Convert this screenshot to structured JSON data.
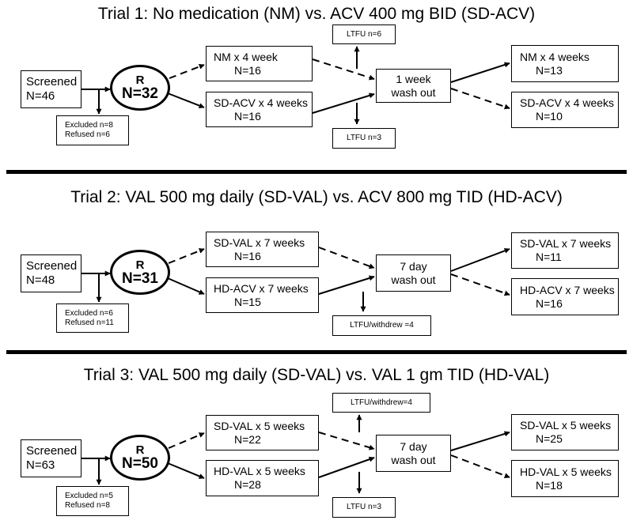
{
  "trials": [
    {
      "title": "Trial 1: No medication (NM) vs. ACV 400 mg BID (SD-ACV)",
      "screened": {
        "line1": "Screened",
        "line2": "N=46"
      },
      "excluded": {
        "line1": "Excluded n=8",
        "line2": "Refused n=6"
      },
      "randomized": {
        "label": "R",
        "n": "N=32"
      },
      "arm_a": {
        "line1": "NM x 4 week",
        "line2": "N=16"
      },
      "arm_b": {
        "line1": "SD-ACV x 4 weeks",
        "line2": "N=16"
      },
      "washout": {
        "line1": "1 week",
        "line2": "wash out"
      },
      "ltfu_top": "LTFU n=6",
      "ltfu_bottom": "LTFU n=3",
      "result_a": {
        "line1": "NM x 4 weeks",
        "line2": "N=13"
      },
      "result_b": {
        "line1": "SD-ACV x 4 weeks",
        "line2": "N=10"
      }
    },
    {
      "title": "Trial 2:  VAL 500 mg daily (SD-VAL) vs. ACV 800 mg TID (HD-ACV)",
      "screened": {
        "line1": "Screened",
        "line2": "N=48"
      },
      "excluded": {
        "line1": "Excluded n=6",
        "line2": "Refused  n=11"
      },
      "randomized": {
        "label": "R",
        "n": "N=31"
      },
      "arm_a": {
        "line1": "SD-VAL x 7 weeks",
        "line2": "N=16"
      },
      "arm_b": {
        "line1": "HD-ACV x 7 weeks",
        "line2": "N=15"
      },
      "washout": {
        "line1": "7 day",
        "line2": "wash out"
      },
      "ltfu_bottom": "LTFU/withdrew =4",
      "result_a": {
        "line1": "SD-VAL x 7 weeks",
        "line2": "N=11"
      },
      "result_b": {
        "line1": "HD-ACV x 7 weeks",
        "line2": "N=16"
      }
    },
    {
      "title": "Trial 3:  VAL 500 mg daily (SD-VAL) vs. VAL 1 gm TID (HD-VAL)",
      "screened": {
        "line1": "Screened",
        "line2": "N=63"
      },
      "excluded": {
        "line1": "Excluded n=5",
        "line2": "Refused n=8"
      },
      "randomized": {
        "label": "R",
        "n": "N=50"
      },
      "arm_a": {
        "line1": "SD-VAL x 5 weeks",
        "line2": "N=22"
      },
      "arm_b": {
        "line1": "HD-VAL x 5 weeks",
        "line2": "N=28"
      },
      "washout": {
        "line1": "7 day",
        "line2": "wash out"
      },
      "ltfu_top": "LTFU/withdrew=4",
      "ltfu_bottom": "LTFU n=3",
      "result_a": {
        "line1": "SD-VAL x 5 weeks",
        "line2": "N=25"
      },
      "result_b": {
        "line1": "HD-VAL x 5 weeks",
        "line2": "N=18"
      }
    }
  ]
}
